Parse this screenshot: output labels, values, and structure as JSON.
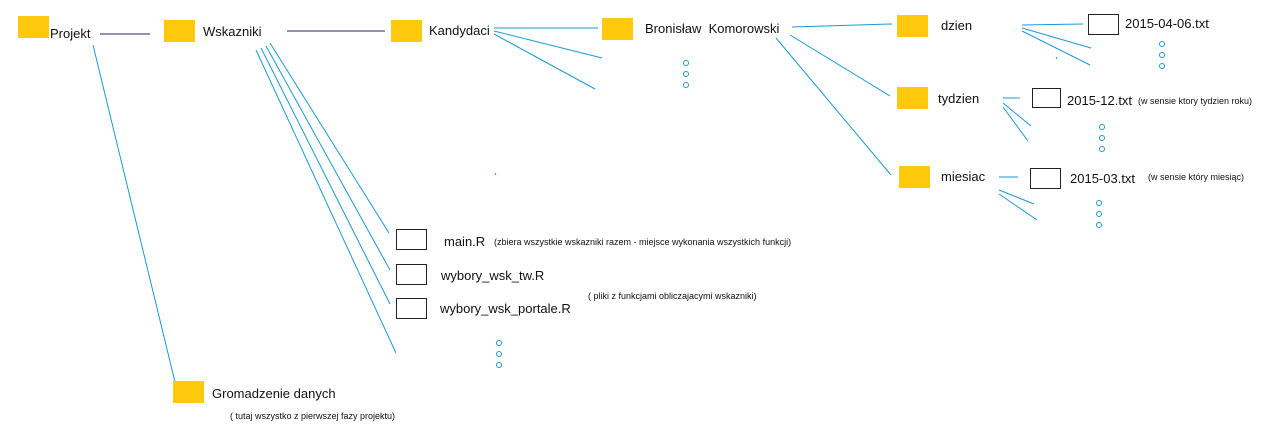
{
  "folders": {
    "projekt": "Projekt",
    "wskazniki": "Wskazniki",
    "kandydaci": "Kandydaci",
    "kandydat": "Bronisław  Komorowski",
    "dzien": "dzien",
    "tydzien": "tydzien",
    "miesiac": "miesiac",
    "gromadzenie": "Gromadzenie danych"
  },
  "files": {
    "dzien_file": "2015-04-06.txt",
    "tydzien_file": "2015-12.txt",
    "miesiac_file": "2015-03.txt",
    "main": "main.R",
    "wybory_tw": "wybory_wsk_tw.R",
    "wybory_portale": "wybory_wsk_portale.R"
  },
  "notes": {
    "tydzien": "(w sensie ktory tydzien roku)",
    "miesiac": "(w sensie który miesiąc)",
    "main": "(zbiera wszystkie wskazniki razem - miejsce wykonania wszystkich funkcji)",
    "wybory": "( pliki z funkcjami obliczajacymi wskazniki)",
    "gromadzenie": "( tutaj wszystko z pierwszej fazy projektu)"
  },
  "colors": {
    "folder": "#ffc90e",
    "line_blue": "#1a9ad6",
    "line_navy": "#1f2d6b"
  }
}
